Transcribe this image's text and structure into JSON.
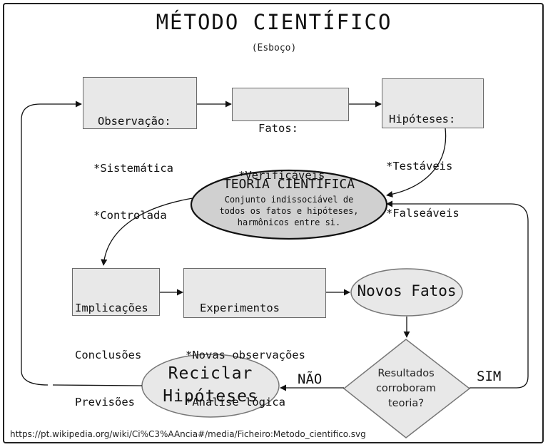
{
  "title": "MÉTODO CIENTÍFICO",
  "subtitle": "(Esboço)",
  "observacao": {
    "title": "Observação:",
    "items": [
      "*Sistemática",
      "*Controlada"
    ]
  },
  "fatos": {
    "title": "Fatos:",
    "items": [
      "*Verificáveis"
    ]
  },
  "hipoteses": {
    "title": "Hipóteses:",
    "items": [
      "*Testáveis",
      "*Falseáveis"
    ]
  },
  "teoria": {
    "title": "TEORIA CIENTÍFICA",
    "desc": [
      "Conjunto indissociável de",
      "todos os fatos e hipóteses,",
      "harmônicos entre si."
    ]
  },
  "implicacoes": {
    "items": [
      "Implicações",
      "Conclusões",
      "Previsões"
    ]
  },
  "experimentos": {
    "title": "Experimentos",
    "items": [
      "*Novas observações",
      "*Análise lógica"
    ]
  },
  "novos_fatos": "Novos Fatos",
  "decisao": {
    "lines": [
      "Resultados",
      "corroboram",
      "teoria?"
    ]
  },
  "reciclar": {
    "lines": [
      "Reciclar",
      "Hipóteses"
    ]
  },
  "label_nao": "NÃO",
  "label_sim": "SIM",
  "footer_url": "https://pt.wikipedia.org/wiki/Ci%C3%AAncia#/media/Ficheiro:Metodo_cientifico.svg",
  "colors": {
    "node_fill": "#e8e8e8",
    "teoria_fill": "#d0d0d0",
    "edge": "#111111"
  }
}
